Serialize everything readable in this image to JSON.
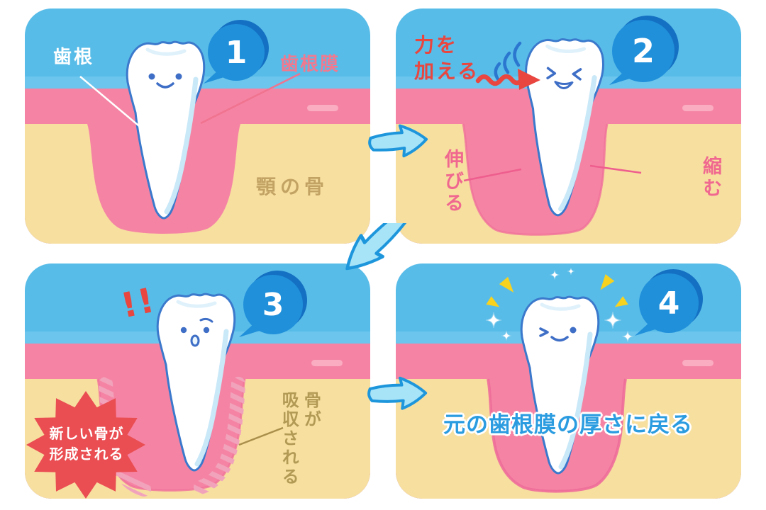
{
  "panels": [
    {
      "number": "1",
      "root_label": "歯根",
      "ligament_label": "歯根膜",
      "jawbone_label": "顎の骨"
    },
    {
      "number": "2",
      "force_label_line1": "力を",
      "force_label_line2": "加える",
      "stretch_label": "伸びる",
      "shrink_label": "縮む"
    },
    {
      "number": "3",
      "exclamation": "!!",
      "new_bone_line1": "新しい骨が",
      "new_bone_line2": "形成される",
      "resorb_col_right": "骨が",
      "resorb_col_left": "吸収される"
    },
    {
      "number": "4",
      "caption": "元の歯根膜の厚さに戻る"
    }
  ],
  "colors": {
    "sky_blue": "#58BCE8",
    "gum_pink": "#F584A4",
    "gum_pink_dark": "#EE6D9A",
    "bone_cream": "#F7DFA0",
    "badge_blue": "#2090DB",
    "badge_blue_dark": "#1470C2",
    "tooth_outline": "#3B79CC",
    "tooth_shade": "#C9E8F8",
    "accent_red": "#E8463F",
    "starburst_red": "#EA4D52",
    "label_pink": "#F0688F",
    "label_tan": "#B29A55",
    "caption_blue": "#2B9CE0",
    "arrow_fill": "#A8E4F8",
    "arrow_stroke": "#1E96DC",
    "spark_yellow": "#F7D21E"
  }
}
